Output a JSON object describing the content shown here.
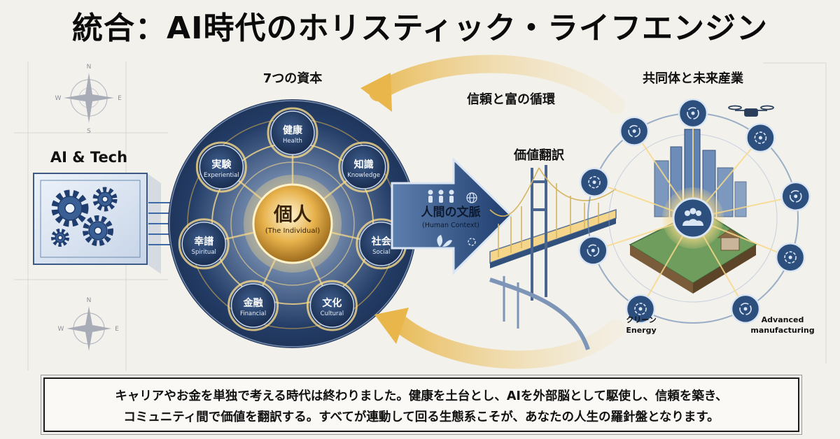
{
  "title": "統合：AI時代のホリスティック・ライフエンジン",
  "left": {
    "label": "AI & Tech"
  },
  "compass_letters": {
    "n": "N",
    "s": "S",
    "e": "E",
    "w": "W"
  },
  "capitals": {
    "heading": "7つの資本",
    "center": {
      "jp": "個人",
      "en": "(The Individual)"
    },
    "nodes": [
      {
        "jp": "健康",
        "en": "Health"
      },
      {
        "jp": "知識",
        "en": "Knowledge"
      },
      {
        "jp": "社会",
        "en": "Social"
      },
      {
        "jp": "文化",
        "en": "Cultural"
      },
      {
        "jp": "金融",
        "en": "Financial"
      },
      {
        "jp": "幸譜",
        "en": "Spiritual"
      },
      {
        "jp": "実験",
        "en": "Experiential"
      }
    ]
  },
  "arrow": {
    "jp": "人間の文脈",
    "en": "(Human Context)"
  },
  "loop_label": "信頼と富の循環",
  "bridge_label": "価値翻訳",
  "community": {
    "heading": "共同体と未来産業",
    "clean_energy": [
      "クリーン",
      "Energy"
    ],
    "advanced_manufacturing": [
      "Advanced",
      "manufacturing"
    ]
  },
  "caption": [
    "キャリアやお金を単独で考える時代は終わりました。健康を土台とし、AIを外部脳として駆使し、信頼を築き、",
    "コミュニティ間で価値を翻訳する。すべてが連動して回る生態系こそが、あなたの人生の羅針盤となります。"
  ],
  "colors": {
    "navy": "#1f3d6e",
    "gold": "#e8b64a",
    "glow": "#f7d98a",
    "steel": "#6a8bb2"
  }
}
